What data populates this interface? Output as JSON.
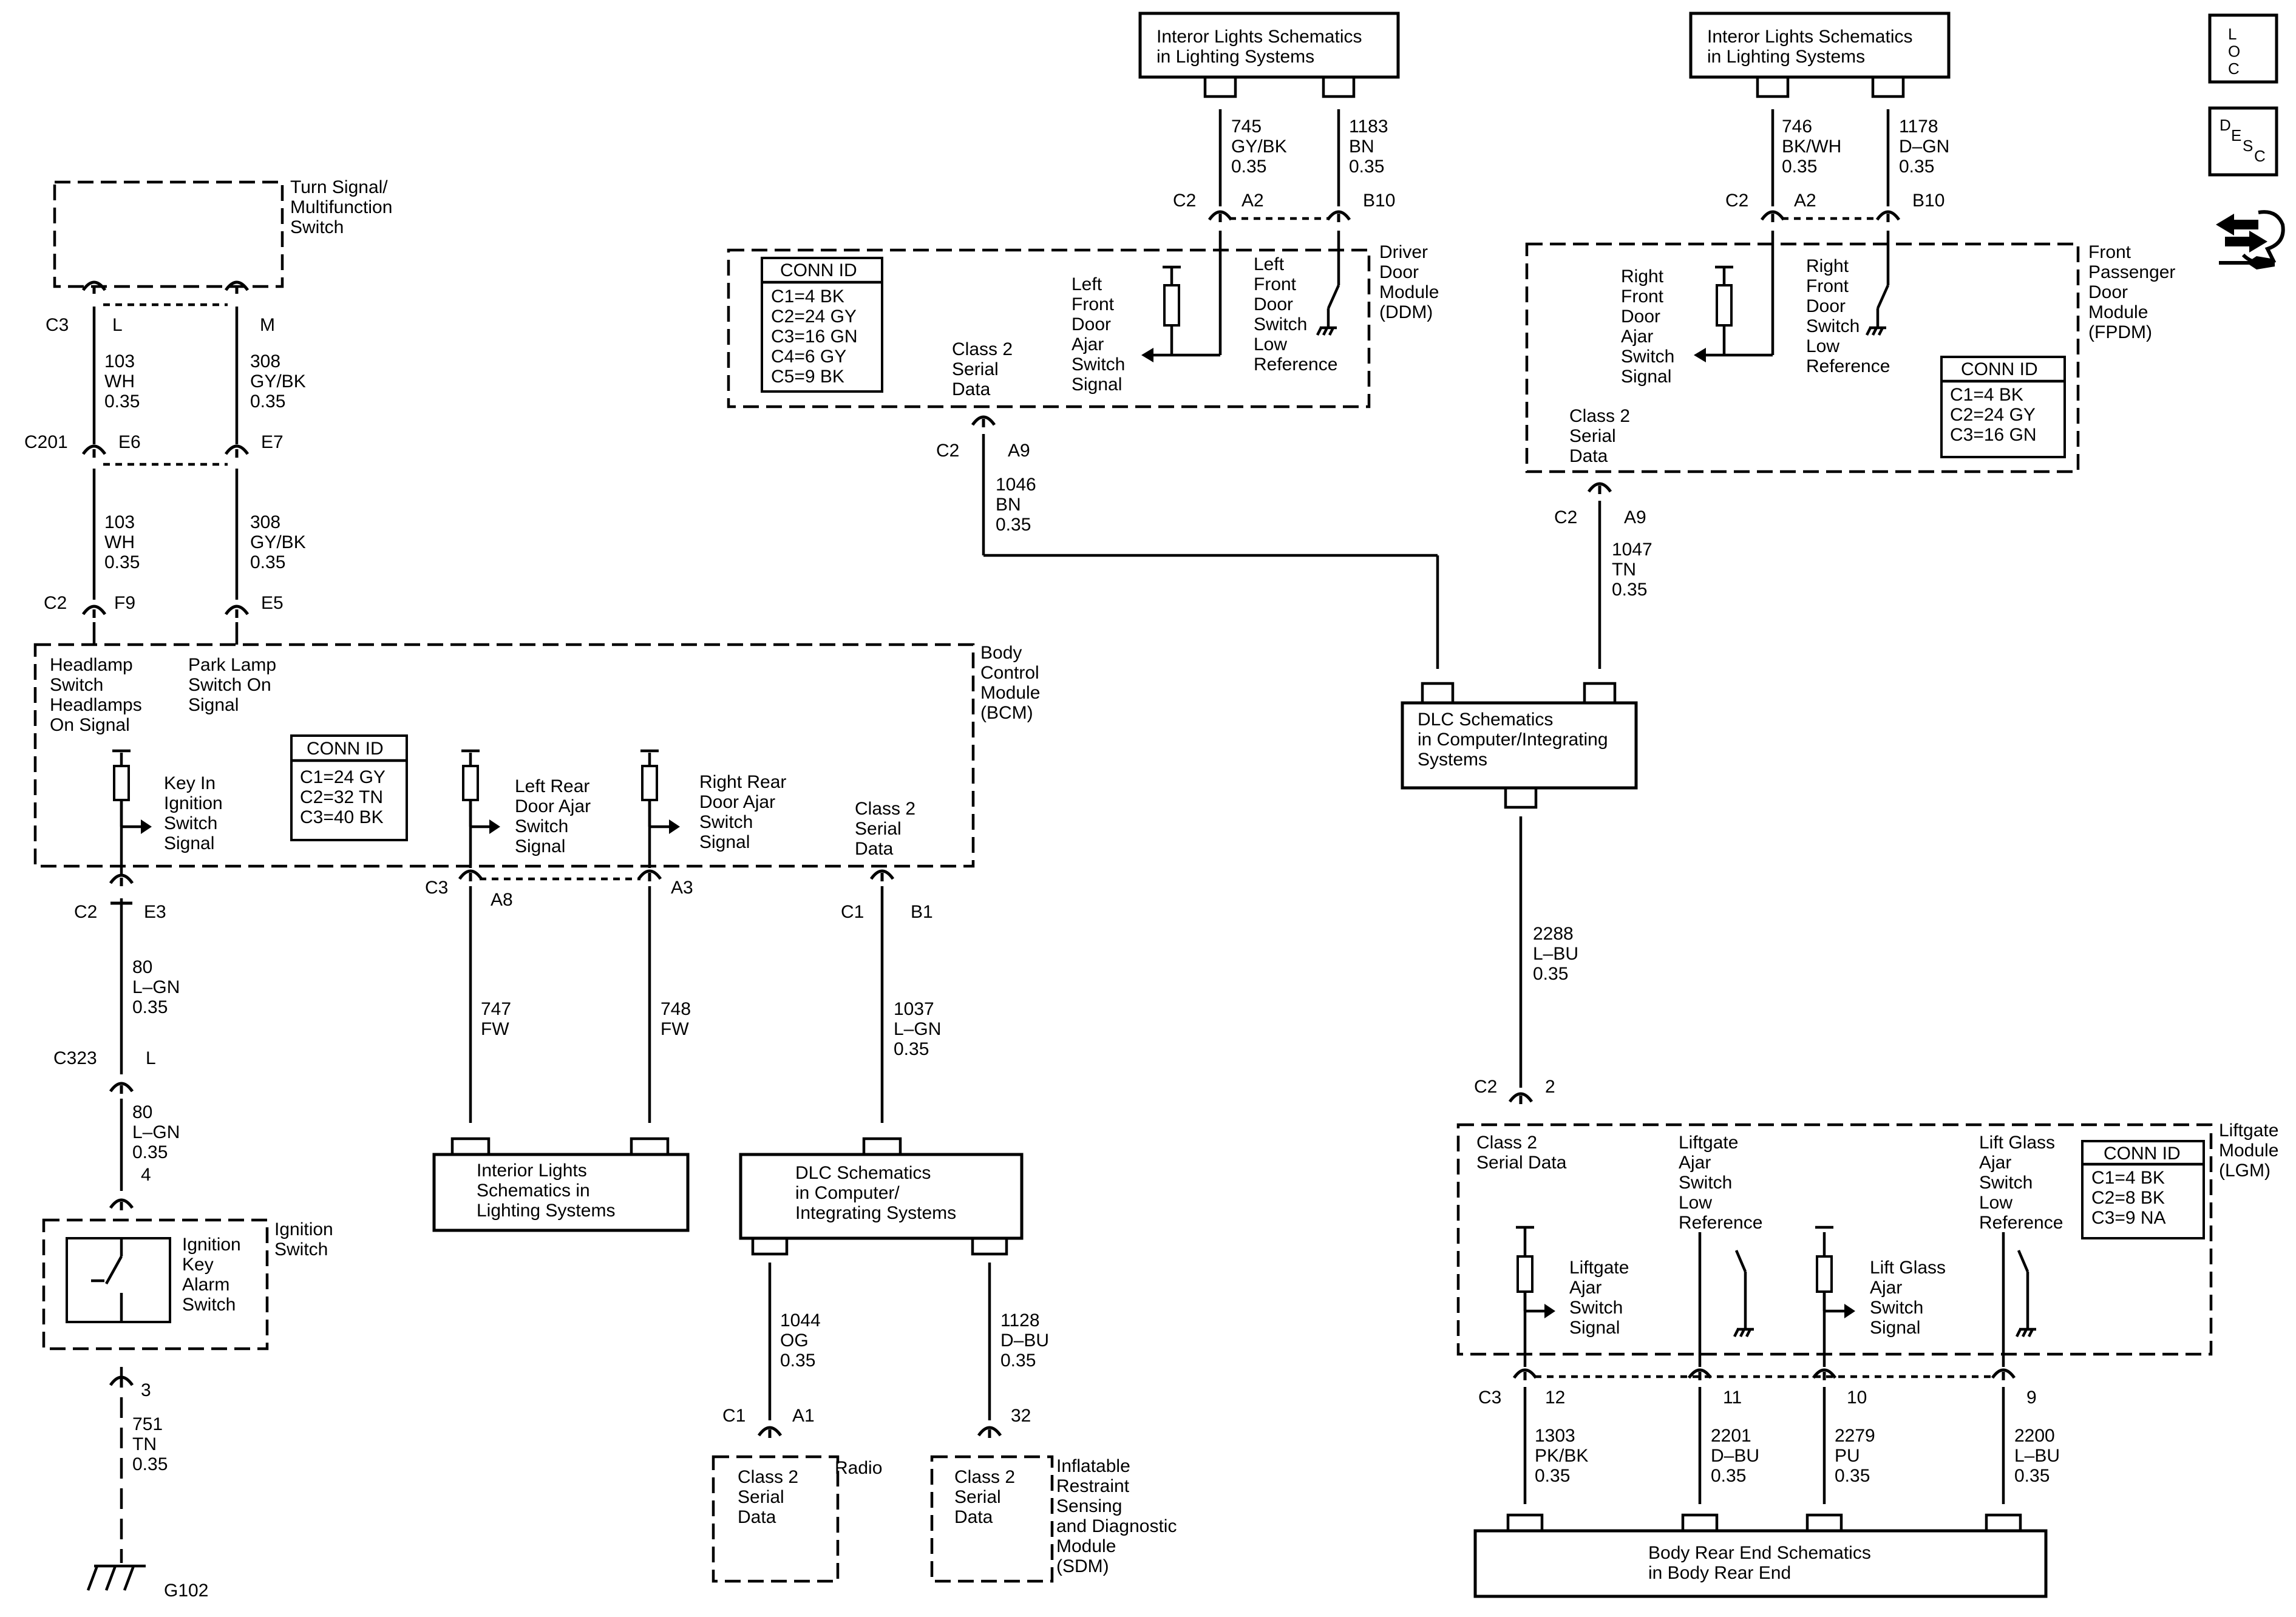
{
  "labels": {
    "turnsig": "Turn Signal/\nMultifunction\nSwitch",
    "bcm": "Body\nControl\nModule\n(BCM)",
    "ign": "Ignition\nSwitch",
    "ddm": "Driver\nDoor\nModule\n(DDM)",
    "fpdm": "Front\nPassenger\nDoor\nModule\n(FPDM)",
    "lgm": "Liftgate\nModule\n(LGM)",
    "radio": "Radio",
    "sdm": "Inflatable\nRestraint\nSensing\nand Diagnostic\nModule\n(SDM)",
    "g102": "G102"
  },
  "refs": {
    "ils_left": "Interor Lights Schematics\nin Lighting Systems",
    "ils_right": "Interor Lights Schematics\nin Lighting Systems",
    "dlc_right": "DLC Schematics\nin Computer/Integrating\nSystems",
    "ils_mid": "Interior Lights\nSchematics in\nLighting Systems",
    "dlc_mid": "DLC Schematics\nin Computer/\nIntegrating Systems",
    "body_rear": "Body Rear End Schematics\nin Body Rear End"
  },
  "conn_ids": {
    "ddm": {
      "title": "CONN ID",
      "lines": "C1=4 BK\nC2=24 GY\nC3=16 GN\nC4=6 GY\nC5=9 BK"
    },
    "fpdm": {
      "title": "CONN ID",
      "lines": "C1=4 BK\nC2=24 GY\nC3=16 GN"
    },
    "bcm": {
      "title": "CONN ID",
      "lines": "C1=24 GY\nC2=32 TN\nC3=40 BK"
    },
    "lgm": {
      "title": "CONN ID",
      "lines": "C1=4 BK\nC2=8 BK\nC3=9 NA"
    }
  },
  "signals": {
    "headlamp": "Headlamp\nSwitch\nHeadlamps\nOn Signal",
    "parklamp": "Park Lamp\nSwitch On\nSignal",
    "keyin": "Key In\nIgnition\nSwitch\nSignal",
    "lrdoor": "Left Rear\nDoor Ajar\nSwitch\nSignal",
    "rrdoor": "Right Rear\nDoor Ajar\nSwitch\nSignal",
    "bcm_class2": "Class 2\nSerial\nData",
    "ddm_class2": "Class 2\nSerial\nData",
    "lfdoor": "Left\nFront\nDoor\nAjar\nSwitch\nSignal",
    "lfdoor_low": "Left\nFront\nDoor\nSwitch\nLow\nReference",
    "fpdm_class2": "Class 2\nSerial\nData",
    "rfdoor": "Right\nFront\nDoor\nAjar\nSwitch\nSignal",
    "rfdoor_low": "Right\nFront\nDoor\nSwitch\nLow\nReference",
    "ign_key": "Ignition\nKey\nAlarm\nSwitch",
    "lgm_class2": "Class 2\nSerial Data",
    "lg_ajar_low": "Liftgate\nAjar\nSwitch\nLow\nReference",
    "lift_glass_low": "Lift Glass\nAjar\nSwitch\nLow\nReference",
    "lg_ajar": "Liftgate\nAjar\nSwitch\nSignal",
    "lift_glass": "Lift Glass\nAjar\nSwitch\nSignal",
    "radio_class2": "Class 2\nSerial\nData",
    "sdm_class2": "Class 2\nSerial\nData"
  },
  "wires": {
    "w103a": "103\nWH\n0.35",
    "w308a": "308\nGY/BK\n0.35",
    "w103b": "103\nWH\n0.35",
    "w308b": "308\nGY/BK\n0.35",
    "w80a": "80\nL–GN\n0.35",
    "w80b": "80\nL–GN\n0.35",
    "w751": "751\nTN\n0.35",
    "w747": "747\nFW",
    "w748": "748\nFW",
    "w1037": "1037\nL–GN\n0.35",
    "w745": "745\nGY/BK\n0.35",
    "w1183": "1183\nBN\n0.35",
    "w746": "746\nBK/WH\n0.35",
    "w1178": "1178\nD–GN\n0.35",
    "w1046": "1046\nBN\n0.35",
    "w1047": "1047\nTN\n0.35",
    "w2288": "2288\nL–BU\n0.35",
    "w1044": "1044\nOG\n0.35",
    "w1128": "1128\nD–BU\n0.35",
    "w1303": "1303\nPK/BK\n0.35",
    "w2201": "2201\nD–BU\n0.35",
    "w2279": "2279\nPU\n0.35",
    "w2200": "2200\nL–BU\n0.35"
  },
  "pins": {
    "c3_ts": "C3",
    "L_ts": "L",
    "M_ts": "M",
    "c201": "C201",
    "e6": "E6",
    "e7": "E7",
    "c2_bcm": "C2",
    "f9": "F9",
    "e5": "E5",
    "c2_e3": "C2",
    "e3": "E3",
    "c323": "C323",
    "l323": "L",
    "p4": "4",
    "p3": "3",
    "c3_a8": "C3",
    "a8": "A8",
    "a3": "A3",
    "c1_b1": "C1",
    "b1": "B1",
    "c2_ddm": "C2",
    "a2_ddm": "A2",
    "b10_ddm": "B10",
    "c2_a9l": "C2",
    "a9l": "A9",
    "c2_fp": "C2",
    "a2_fp": "A2",
    "b10_fp": "B10",
    "c2_a9r": "C2",
    "a9r": "A9",
    "c2_lgm": "C2",
    "p2_lgm": "2",
    "c3_lgm": "C3",
    "p12": "12",
    "p11": "11",
    "p10": "10",
    "p9": "9",
    "c1_radio": "C1",
    "a1": "A1",
    "p32": "32"
  },
  "icons": {
    "loc": "L\nO\nC",
    "desc_d": "D",
    "desc_e": "E",
    "desc_s": "S",
    "desc_c": "C"
  }
}
